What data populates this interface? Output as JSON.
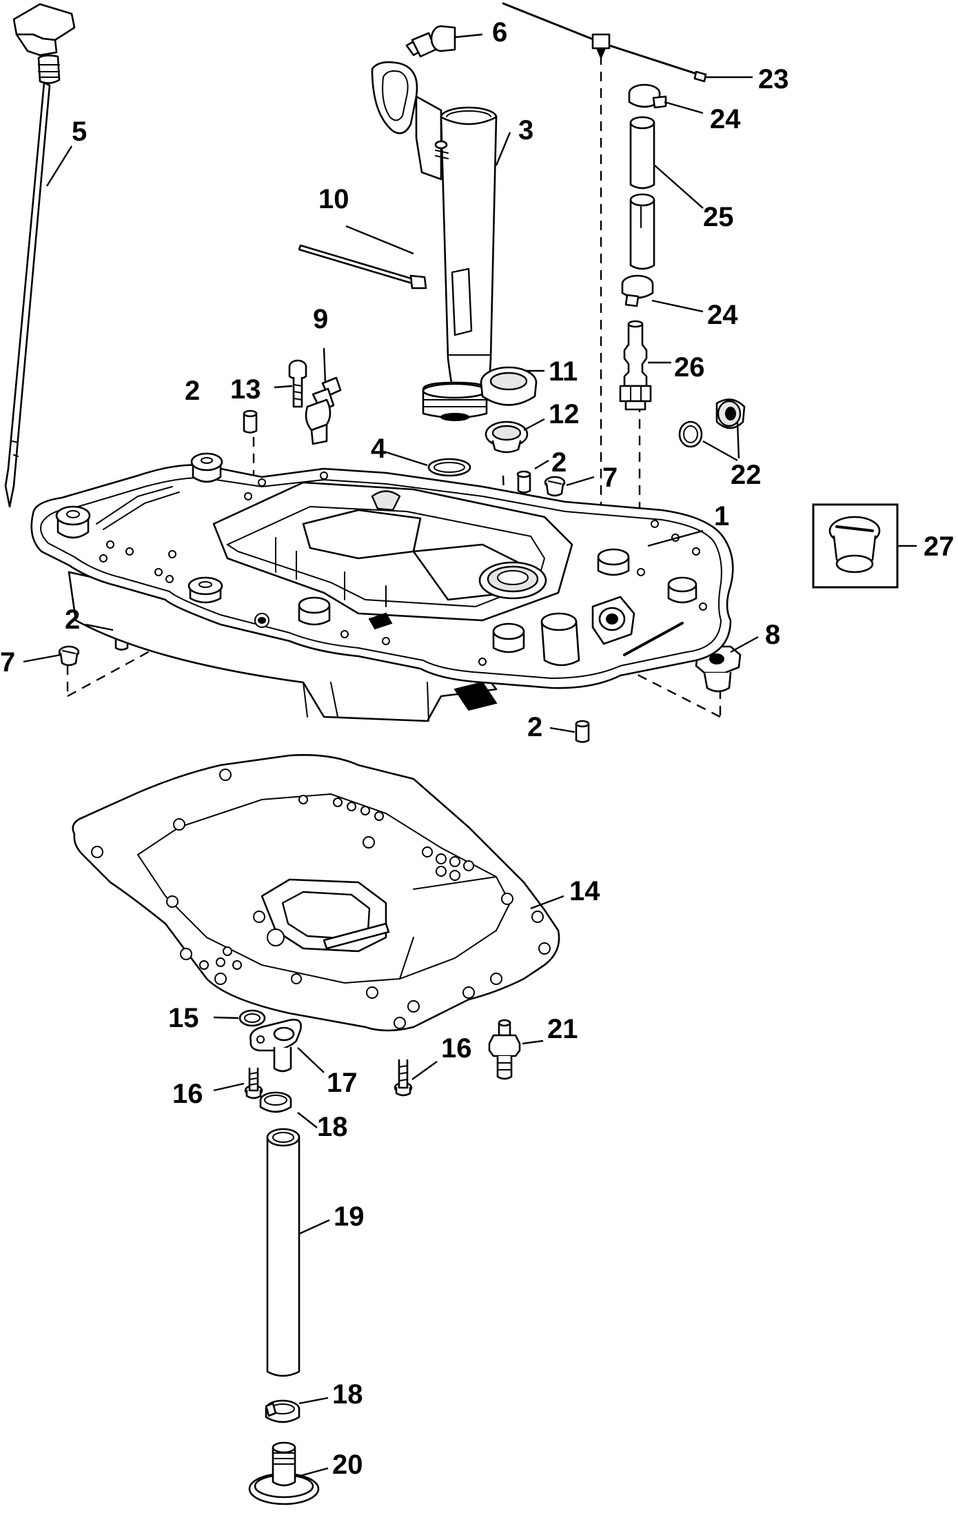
{
  "callouts": {
    "c1": "1",
    "c2a": "2",
    "c2b": "2",
    "c2c": "2",
    "c2d": "2",
    "c3": "3",
    "c4": "4",
    "c5": "5",
    "c6": "6",
    "c7a": "7",
    "c7b": "7",
    "c8": "8",
    "c9": "9",
    "c10": "10",
    "c11": "11",
    "c12": "12",
    "c13": "13",
    "c14": "14",
    "c15": "15",
    "c16a": "16",
    "c16b": "16",
    "c17": "17",
    "c18a": "18",
    "c18b": "18",
    "c19": "19",
    "c20": "20",
    "c21": "21",
    "c22": "22",
    "c23": "23",
    "c24a": "24",
    "c24b": "24",
    "c25": "25",
    "c26": "26",
    "c27": "27"
  },
  "colors": {
    "line": "#000000",
    "background": "#ffffff"
  }
}
